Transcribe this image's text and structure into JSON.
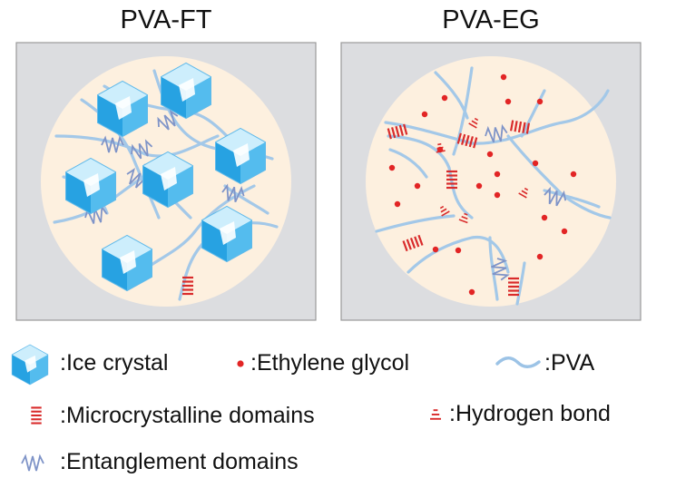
{
  "panels": [
    {
      "title": "PVA-FT"
    },
    {
      "title": "PVA-EG"
    }
  ],
  "legend": {
    "ice_crystal": ":Ice crystal",
    "ethylene_glycol": ":Ethylene glycol",
    "pva": ":PVA",
    "microcrystalline": ":Microcrystalline domains",
    "hydrogen_bond": ":Hydrogen bond",
    "entanglement": ":Entanglement domains"
  },
  "colors": {
    "panel_bg": "#dcdde0",
    "circle_fill": "#fdf0df",
    "pva_chain": "#9cc3e6",
    "ice_crystal": "#2fa6e3",
    "ethylene_glycol": "#e22525",
    "entanglement": "#7f94c8"
  }
}
